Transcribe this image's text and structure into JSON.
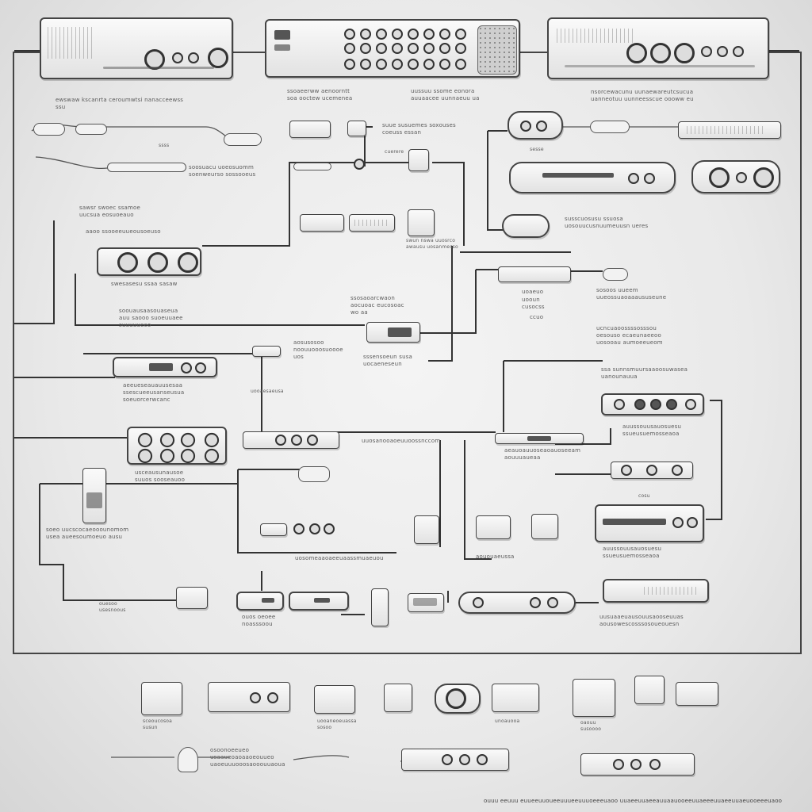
{
  "diagram": {
    "captions": {
      "top_left": "ewswaw kscanrta ceroumwtsi nanacceewss\nssu",
      "top_mid_a": "ssoaeerww aenoorntt\nsoa ooctew ucemenea",
      "top_mid_b": "uussuu ssome eonora\nauuaacee uunnaeuu ua",
      "top_right": "nsorcewacunu uunaewareutcsucua\nuanneotuu uunneesscue oooww eu",
      "r1_left": "ssss",
      "r1_left2": "soosuacu uoeosuomm\nsoenweurso sossooeus",
      "r1_mid": "suue susuemes soxouses\ncoeuss essan",
      "r1_mid2": "cuerere",
      "r1_right": "sesse",
      "r2_mid_left": "swun nswa uuosrco\nawausu uosanmesso",
      "r2_right": "susscuosusu ssuosa\nuosouucusnuumeuusn ueres",
      "left_header": "sawsr swoec ssamoe\nuucsua eosuoeauo",
      "left_header2": "aaoo ssooeeuueousoeuso",
      "knob_panel": "swesasesu ssaa sasaw",
      "mid_label": "ssosaoarcwaon\naocuoac eucosoac\nwo aa",
      "left_mid": "soouausaasouaseua\nauu saooo suoeuuaee\nsuuuuueeo",
      "right_mid_a": "uoaeuo",
      "right_mid_b": "uooun\ncusocss",
      "right_mid_c": "ccuo",
      "right_mid_d": "sosoos uueem\nuueossuaoaaaususeune",
      "right_list": "ucncuaoossssosssou\noesouso ecaeunaeeoo\nuosooau aumoeeueom",
      "center_small": "aosusosoo\nnoouuooosuoooe\nuos",
      "center_small2": "sssensoeun susa\nuocaeneseun",
      "left_block": "aeeueseauauusesaa\nssescueeusanseusua\nsoeuorcerwcanc",
      "right_block": "ssa sunnsmuursaaoosuwasea\nuanounauua",
      "knob_grid_cap": "usceausunausoe\nsuuos sooseauoo",
      "strip_cap": "uooaesaeusa",
      "mid_row": "uuosanooaoeuuoossnccom",
      "right_row": "auussouusauosuesu\nssueusuemosseaoa",
      "right_row2": "cosu",
      "panel_cap": "aeauoauuoseaoauoseeam\naouuuaueaa",
      "lower_left": "soeo uucscocaeooounomom\nusea aueesoumoeuo ausu",
      "lower_mid": "uosomeaaoaeeuaassmuaeuou",
      "lower_mid2": "aououaeussa",
      "bottom_row_a": "ouesoo\nusesnoous",
      "bottom_row_b": "ouos oeoee\nnoasssoou",
      "bottom_row_c": "uusuaaeuausouusaooseuuas\naousowescosssosoueouesn",
      "outside_a": "sceoucosoa\nsusun",
      "outside_b": "uooaneoeuassa\nsosoo",
      "outside_c": "unoauooa",
      "outside_d": "oaouu\nsusoooo",
      "outside_e": "osoonoeeueo\nusaaueoaoaaoeouueo\nuaoeuuuooosaooouuaoua",
      "footer": "ouuu eeuuu euueeuuoueeuuueeuuuoeeeuaoo uuaeeuuaeeauuaauooeeuuaeeeuuaeeuuaeuooeeeuaoo"
    }
  }
}
